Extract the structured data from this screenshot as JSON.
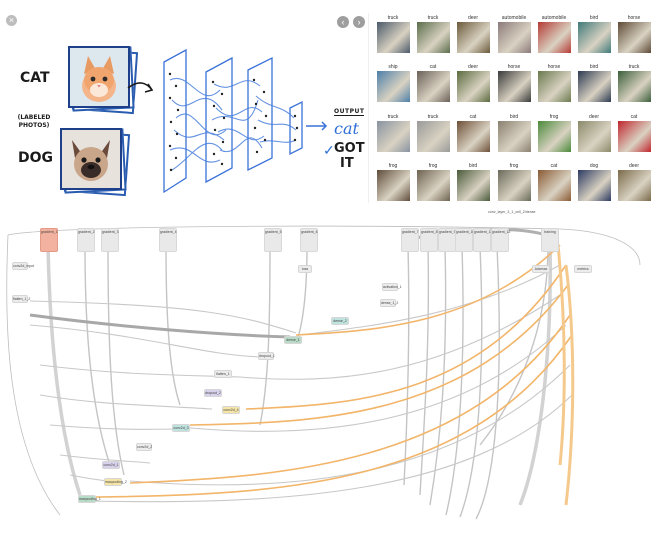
{
  "controls": {
    "close_glyph": "×",
    "prev_glyph": "‹",
    "next_glyph": "›"
  },
  "illustration": {
    "cat_label": "CAT",
    "dog_label": "DOG",
    "labeled_photos": "(LABELED PHOTOS)",
    "output_heading": "OUTPUT",
    "output_word": "cat",
    "check": "✓",
    "got": "GOT",
    "it": "IT",
    "colors": {
      "ink": "#1b1b1b",
      "net_blue": "#3a72d8",
      "output_blue": "#2f6fd6",
      "frame_blue": "#2a5db0"
    }
  },
  "cifar_grid": {
    "rows": [
      [
        {
          "label": "truck",
          "color": "#4b5a6a"
        },
        {
          "label": "truck",
          "color": "#5a6d4a"
        },
        {
          "label": "deer",
          "color": "#6a5a3a"
        },
        {
          "label": "automobile",
          "color": "#8b7a7a"
        },
        {
          "label": "automobile",
          "color": "#b53a34"
        },
        {
          "label": "bird",
          "color": "#3f7a7a"
        },
        {
          "label": "horse",
          "color": "#5d4a36"
        }
      ],
      [
        {
          "label": "ship",
          "color": "#4d7fa8"
        },
        {
          "label": "cat",
          "color": "#6b6058"
        },
        {
          "label": "deer",
          "color": "#5b6b3e"
        },
        {
          "label": "horse",
          "color": "#3a3a3a"
        },
        {
          "label": "horse",
          "color": "#6a7a4e"
        },
        {
          "label": "bird",
          "color": "#2c3a52"
        },
        {
          "label": "truck",
          "color": "#3c5f3a"
        }
      ],
      [
        {
          "label": "truck",
          "color": "#8893a0"
        },
        {
          "label": "truck",
          "color": "#9a9a9a"
        },
        {
          "label": "cat",
          "color": "#6e5038"
        },
        {
          "label": "bird",
          "color": "#8a8070"
        },
        {
          "label": "frog",
          "color": "#4a8a3a"
        },
        {
          "label": "deer",
          "color": "#8a8a6a"
        },
        {
          "label": "cat",
          "color": "#c0262e"
        }
      ],
      [
        {
          "label": "frog",
          "color": "#5f4c3a"
        },
        {
          "label": "frog",
          "color": "#6e6250"
        },
        {
          "label": "bird",
          "color": "#4a5a3a"
        },
        {
          "label": "frog",
          "color": "#6a6a5a"
        },
        {
          "label": "cat",
          "color": "#8a5a34"
        },
        {
          "label": "dog",
          "color": "#2c3a62"
        },
        {
          "label": "deer",
          "color": "#7a6a4a"
        }
      ]
    ]
  },
  "graph": {
    "top_label": "conv_layer_3_1_cell_2/dense",
    "input_node": "gradient_1",
    "gradient_nodes": [
      "gradient_2",
      "gradient_3",
      "gradient_4",
      "gradient_5",
      "gradient_6",
      "gradient_7",
      "gradient_8",
      "gradient_9",
      "gradient_10",
      "gradient_11",
      "gradient_12"
    ],
    "right_node": "training",
    "small_nodes": [
      "Adamax",
      "metrics",
      "loss",
      "dense_2",
      "dense_1",
      "dropout_1",
      "flatten_1",
      "dropout_2",
      "conv2d_4",
      "conv2d_3",
      "conv2d_2",
      "conv2d_1",
      "maxpooling_2",
      "maxpooling_1",
      "activation_1",
      "dense_1_2",
      "conv2d_input",
      "flatten_1_2"
    ],
    "colors": {
      "orange": "#f2b56a",
      "gray": "#c9c9c9",
      "dark": "#9a9a9a",
      "input_node": "#f3b29f",
      "conv": "#f5e6a8",
      "dense": "#b9dcc9",
      "pool": "#d9d2ec",
      "teal": "#bfe3df"
    }
  }
}
